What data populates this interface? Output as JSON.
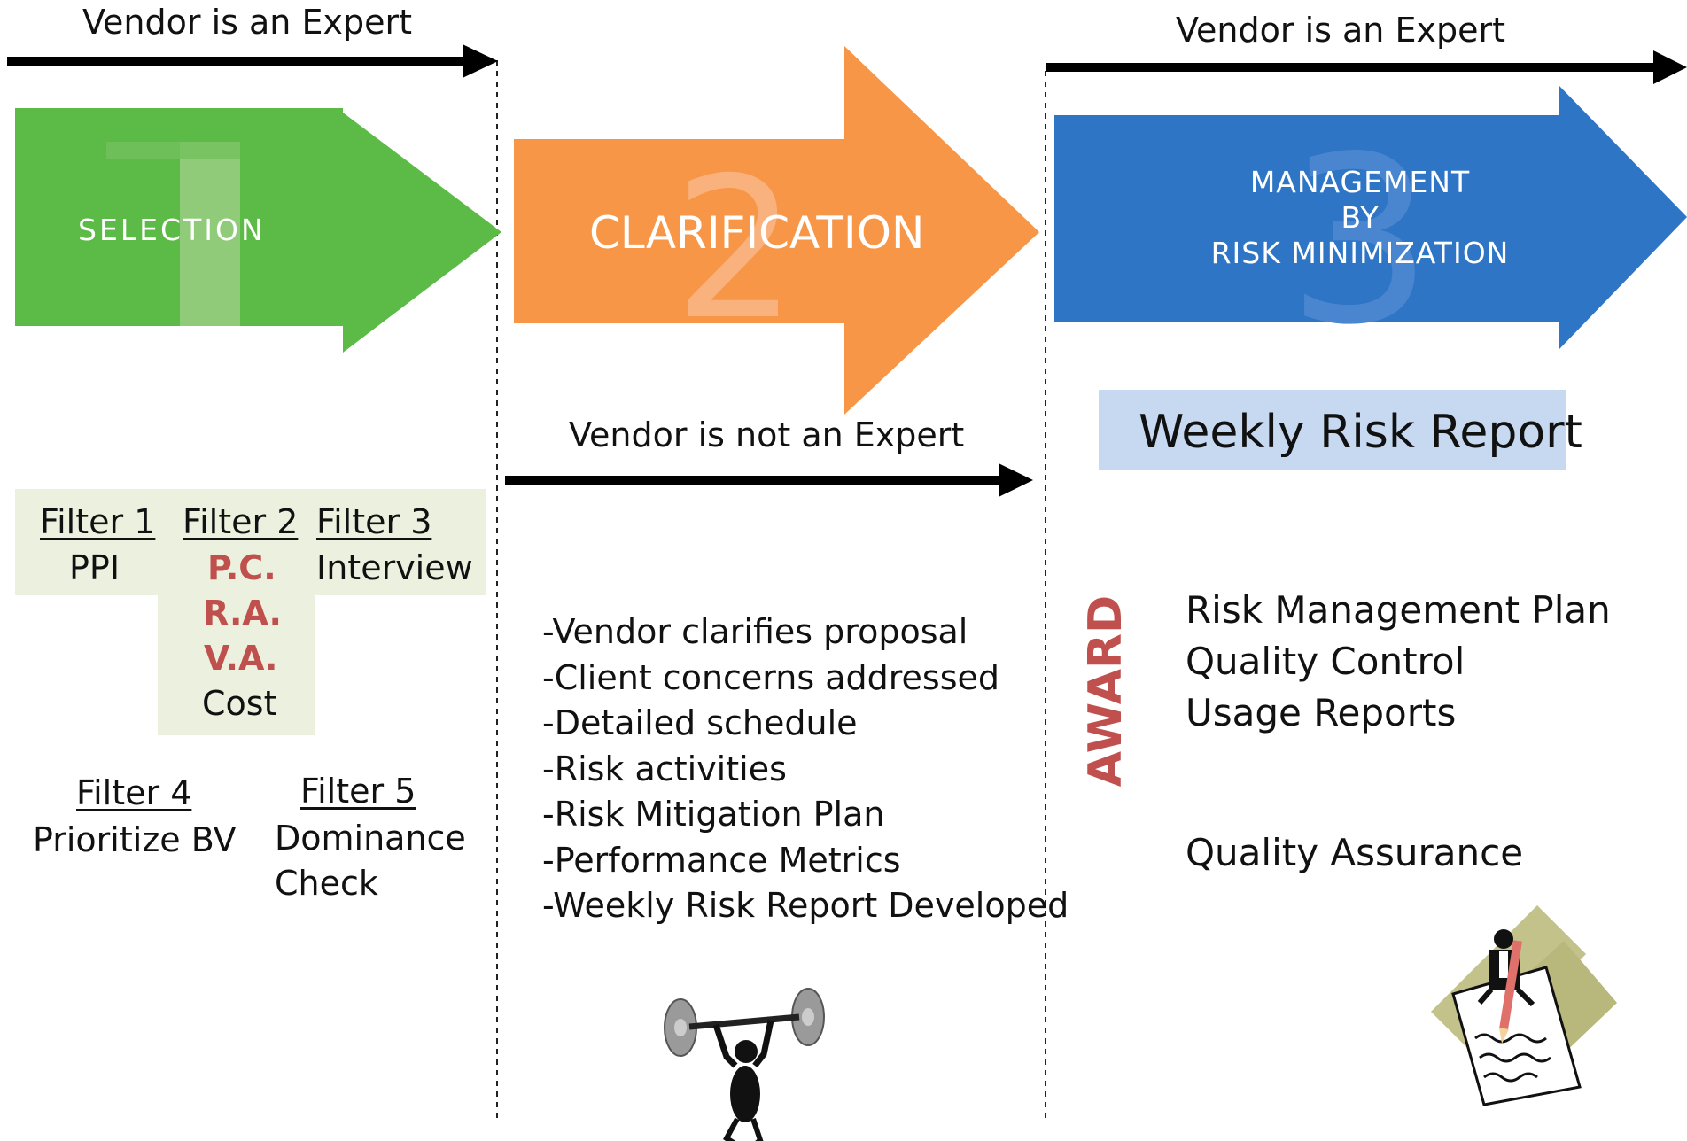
{
  "top_labels": {
    "left_expert": "Vendor is an Expert",
    "right_expert": "Vendor is an Expert",
    "not_expert": "Vendor is not an Expert"
  },
  "phases": [
    {
      "number": "1",
      "label": "SELECTION",
      "color": "#5cba47"
    },
    {
      "number": "2",
      "label": "CLARIFICATION",
      "color": "#f79646"
    },
    {
      "number": "3",
      "label_lines": [
        "MANAGEMENT",
        "BY",
        "RISK MINIMIZATION"
      ],
      "color": "#2e75c6"
    }
  ],
  "weekly_report": {
    "label": "Weekly Risk Report",
    "color": "#c6d9f1"
  },
  "filters": {
    "f1": {
      "title": "Filter 1",
      "items": [
        "PPI"
      ]
    },
    "f2": {
      "title": "Filter 2",
      "items_red": [
        "P.C.",
        "R.A.",
        "V.A."
      ],
      "items": [
        "Cost"
      ]
    },
    "f3": {
      "title": "Filter 3",
      "items": [
        "Interview"
      ]
    },
    "f4": {
      "title": "Filter 4",
      "items": [
        "Prioritize BV"
      ]
    },
    "f5": {
      "title": "Filter 5",
      "items": [
        "Dominance",
        "Check"
      ]
    },
    "bg_color": "#ebf1de"
  },
  "clarification_items": [
    "-Vendor clarifies proposal",
    "-Client concerns addressed",
    "-Detailed schedule",
    "-Risk activities",
    "-Risk Mitigation Plan",
    "-Performance Metrics",
    "-Weekly Risk Report Developed"
  ],
  "award": {
    "label": "AWARD",
    "items": [
      "Risk Management Plan",
      "Quality Control",
      "Usage Reports"
    ],
    "quality_assurance": "Quality Assurance"
  },
  "icons": [
    "weightlifter-icon",
    "writer-on-document-icon"
  ]
}
